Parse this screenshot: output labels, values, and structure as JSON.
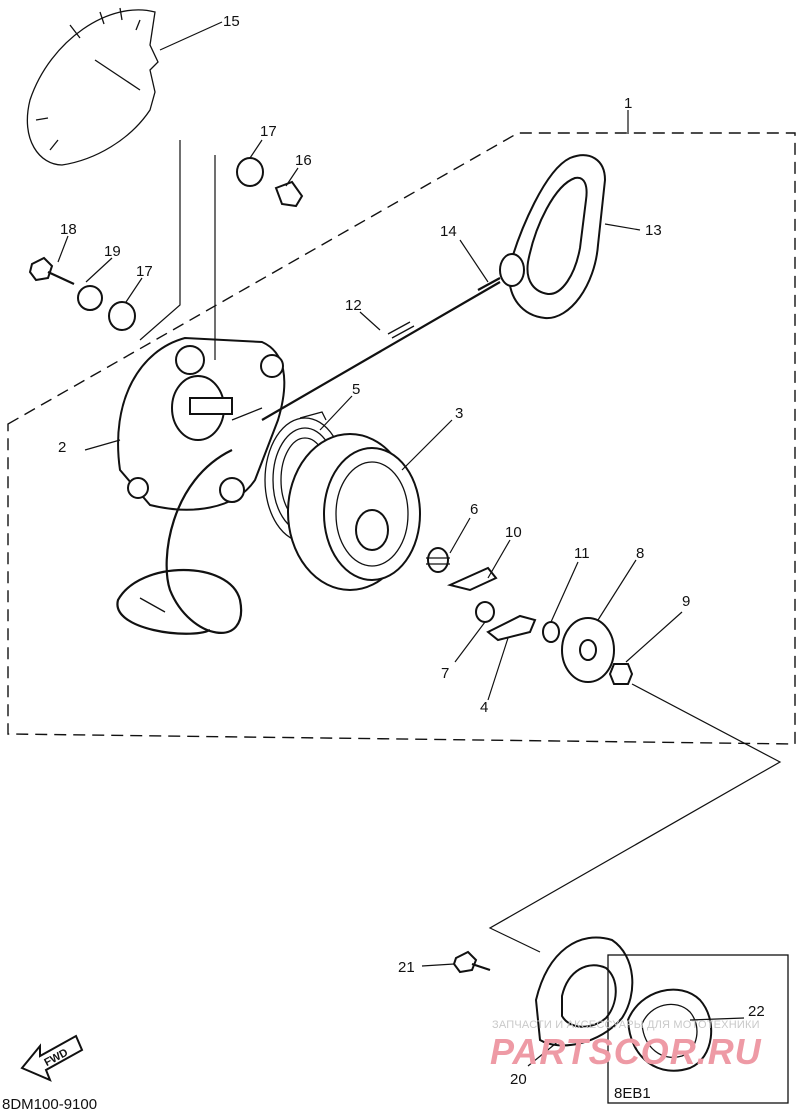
{
  "diagram": {
    "callouts": [
      "1",
      "2",
      "3",
      "4",
      "5",
      "6",
      "7",
      "8",
      "9",
      "10",
      "11",
      "12",
      "13",
      "14",
      "15",
      "16",
      "17",
      "17",
      "18",
      "19",
      "20",
      "21",
      "22"
    ],
    "variant_box_label": "8EB1",
    "fwd_label": "FWD",
    "drawing_code": "8DM100-9100"
  },
  "watermark": {
    "caption": "ЗАПЧАСТИ И АКСЕССУАРЫ ДЛЯ МОТОТЕХНИКИ",
    "brand": "PARTSCOR.RU"
  },
  "colors": {
    "line": "#111111",
    "watermark_brand": "#ee9aa5",
    "watermark_caption": "#c9c9c9"
  }
}
